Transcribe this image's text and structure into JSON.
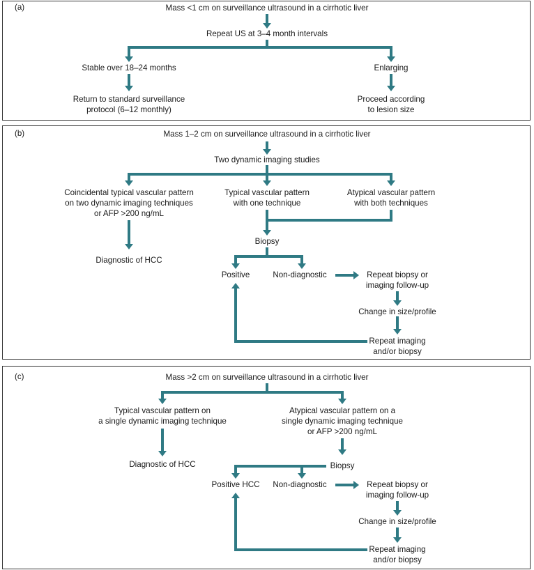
{
  "palette": {
    "arrow": "#2f7a84",
    "border": "#333333",
    "text": "#1a1a1a"
  },
  "panel_a": {
    "label": "(a)",
    "start": "Mass <1 cm on surveillance ultrasound in a cirrhotic liver",
    "repeat": "Repeat US at 3–4 month intervals",
    "stable": "Stable over 18–24 months",
    "enlarging": "Enlarging",
    "return_l1": "Return to standard surveillance",
    "return_l2": "protocol (6–12 monthly)",
    "proceed_l1": "Proceed according",
    "proceed_l2": "to lesion size"
  },
  "panel_b": {
    "label": "(b)",
    "start": "Mass 1–2 cm on surveillance ultrasound in a cirrhotic liver",
    "dynamic": "Two dynamic imaging studies",
    "coincidental_l1": "Coincidental typical vascular pattern",
    "coincidental_l2": "on two dynamic imaging techniques",
    "coincidental_l3": "or AFP >200 ng/mL",
    "typical_l1": "Typical vascular pattern",
    "typical_l2": "with one technique",
    "atypical_l1": "Atypical vascular pattern",
    "atypical_l2": "with both techniques",
    "diagnostic": "Diagnostic of HCC",
    "biopsy": "Biopsy",
    "positive": "Positive",
    "nondiagnostic": "Non-diagnostic",
    "repeat_biopsy_l1": "Repeat biopsy or",
    "repeat_biopsy_l2": "imaging follow-up",
    "change": "Change in size/profile",
    "repeat_imaging_l1": "Repeat imaging",
    "repeat_imaging_l2": "and/or biopsy"
  },
  "panel_c": {
    "label": "(c)",
    "start": "Mass >2 cm on surveillance ultrasound in a cirrhotic liver",
    "typical_l1": "Typical vascular pattern on",
    "typical_l2": "a single dynamic imaging technique",
    "atypical_l1": "Atypical vascular pattern on a",
    "atypical_l2": "single dynamic imaging technique",
    "atypical_l3": "or AFP >200 ng/mL",
    "diagnostic": "Diagnostic of HCC",
    "biopsy": "Biopsy",
    "positive": "Positive HCC",
    "nondiagnostic": "Non-diagnostic",
    "repeat_biopsy_l1": "Repeat biopsy or",
    "repeat_biopsy_l2": "imaging follow-up",
    "change": "Change in size/profile",
    "repeat_imaging_l1": "Repeat imaging",
    "repeat_imaging_l2": "and/or biopsy"
  }
}
